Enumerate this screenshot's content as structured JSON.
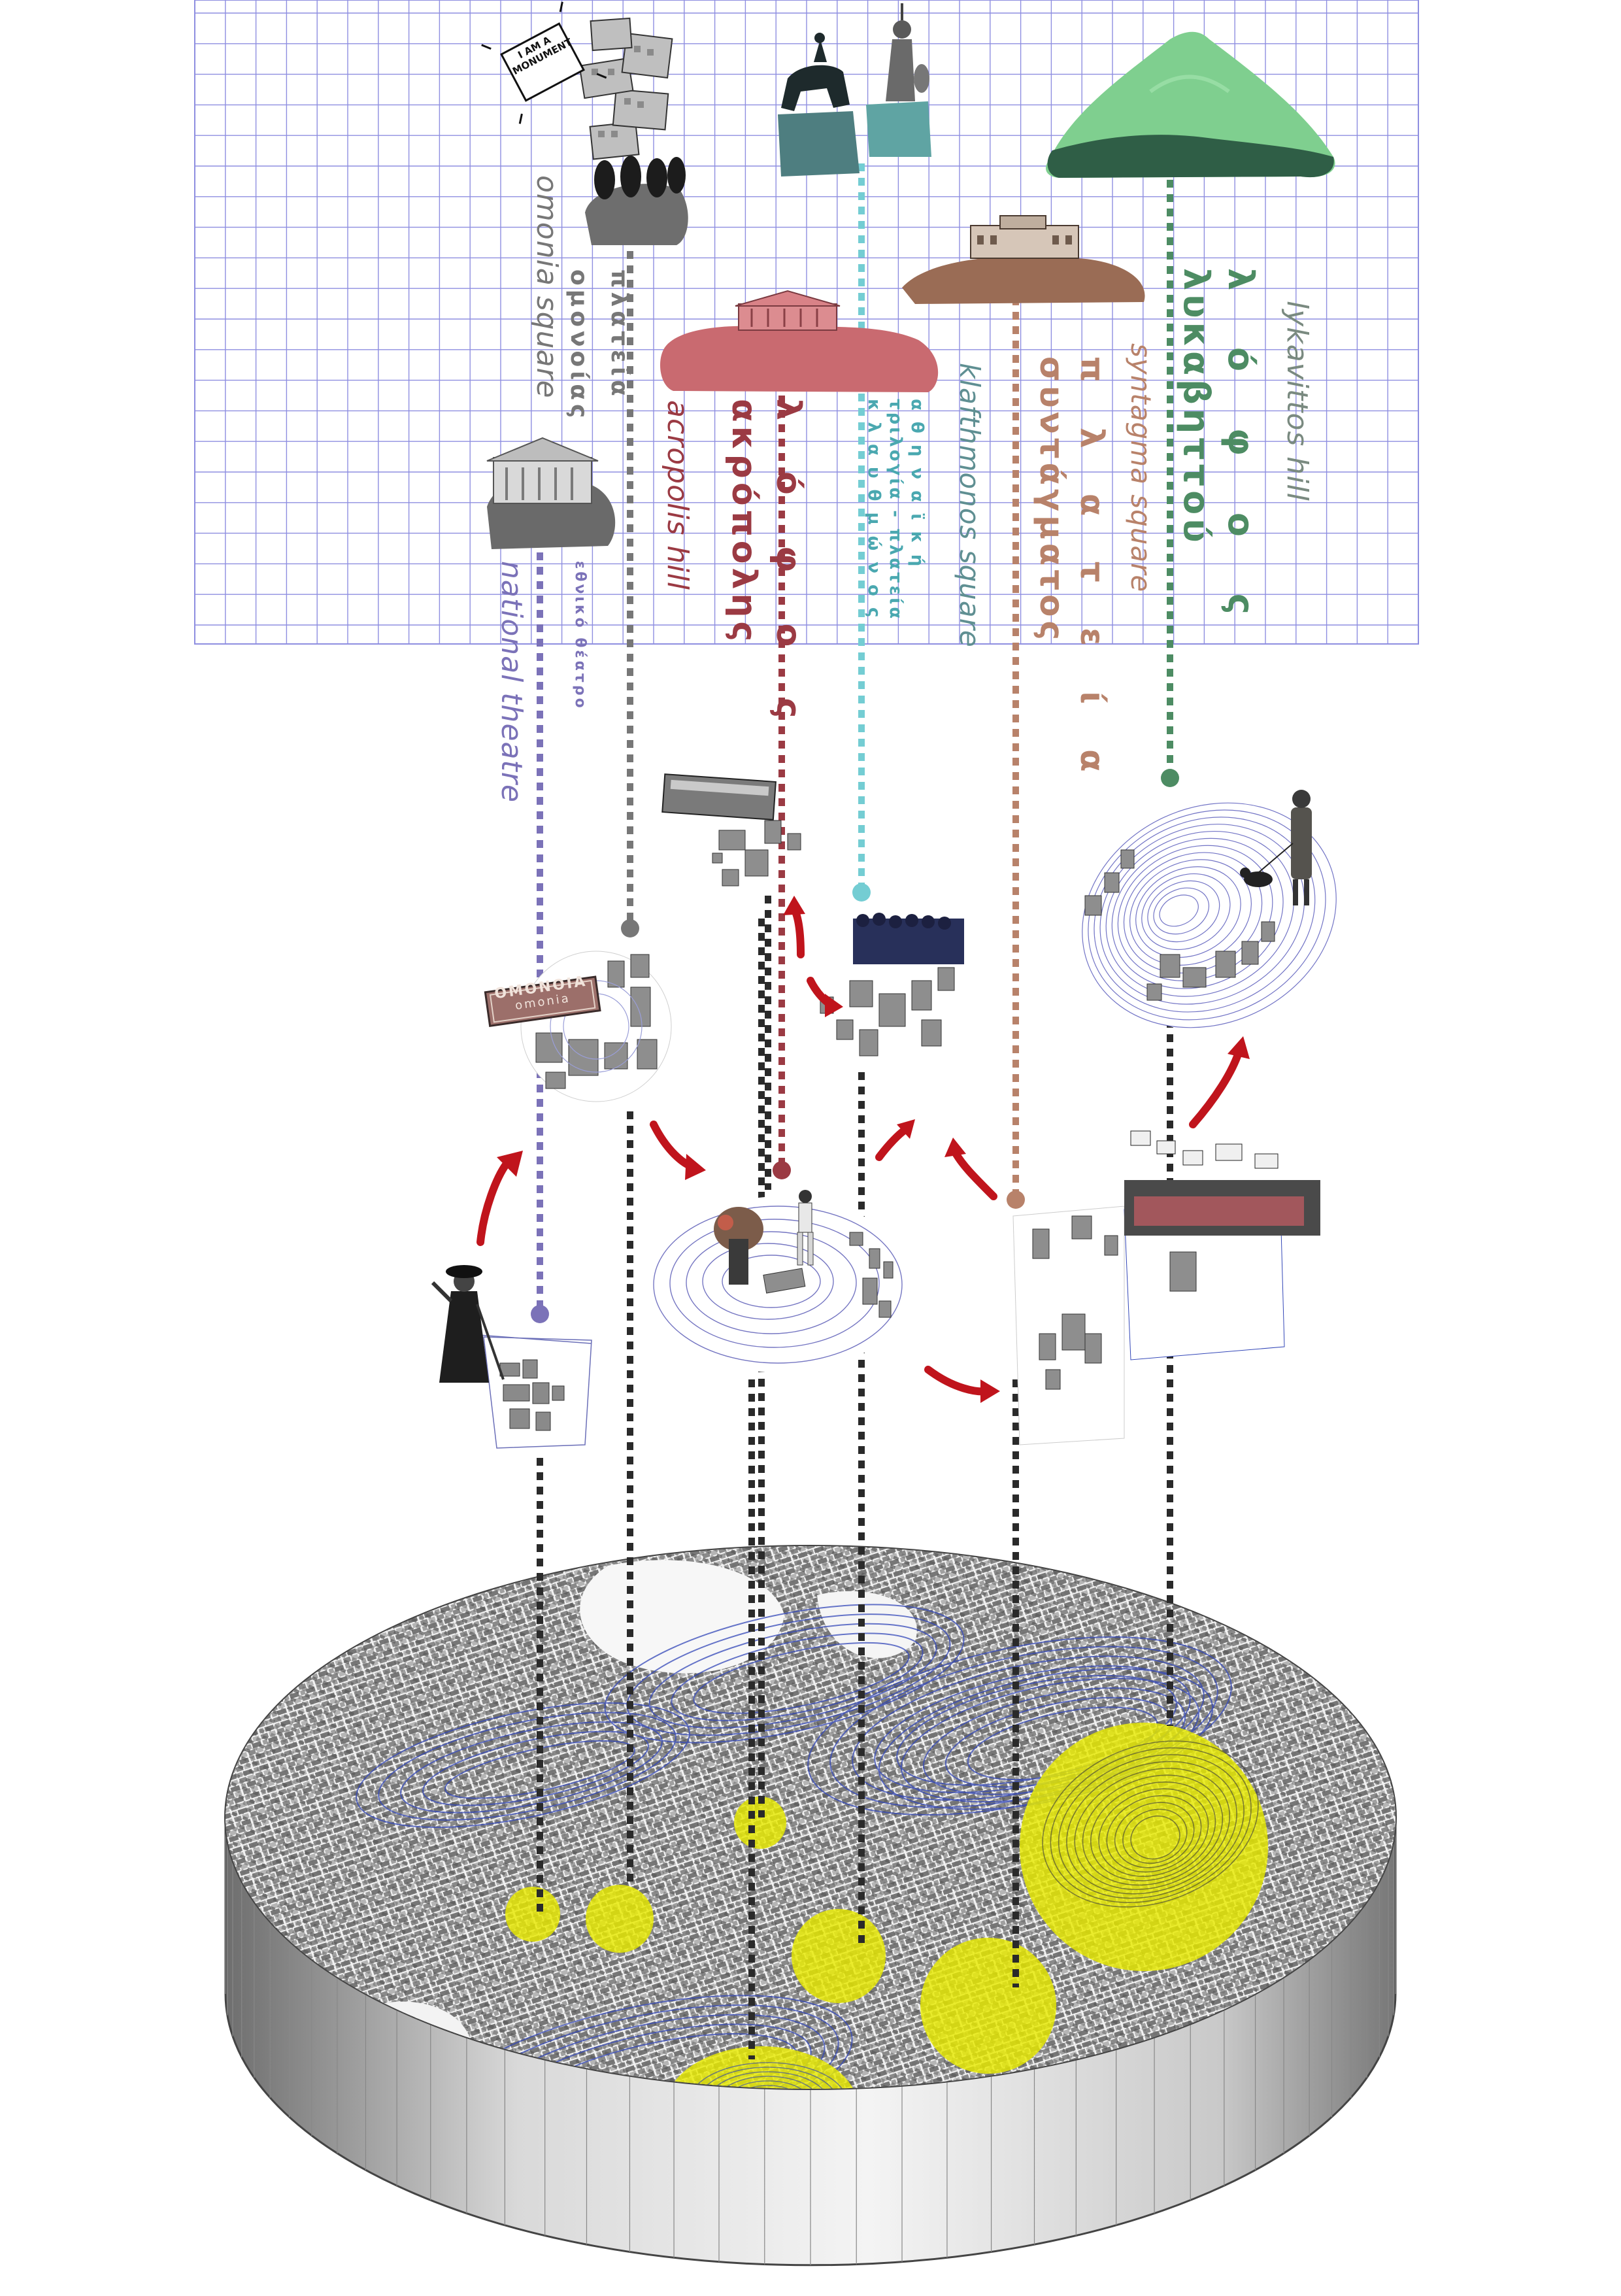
{
  "landmarks": [
    {
      "id": "national-theatre",
      "en": "national  theatre",
      "gr": "εθνικό θέατρο",
      "color": "#7b72b8"
    },
    {
      "id": "omonia",
      "en": "omonia square",
      "gr1": "πλατεία",
      "gr2": "ομονοίας",
      "color": "#777777"
    },
    {
      "id": "acropolis",
      "en": "acropolis  hill",
      "gr1": "λ ό φ ο ς",
      "gr2": "ακρόπολης",
      "color": "#9b3a43"
    },
    {
      "id": "klafthmonos",
      "en": "klafthmonos square",
      "gr1": "α θ η ν α ϊ κ ή",
      "gr2": "τριλογία - πλατεία",
      "gr3": "κ λ α υ θ μ ώ ν ο ς",
      "color": "#74cdd3"
    },
    {
      "id": "syntagma",
      "en": "syntagma   square",
      "gr1": "π λ α τ ε ί α",
      "gr2": "συντάγματος",
      "color": "#b8826a"
    },
    {
      "id": "lykavittos",
      "en": "lykavittos hill",
      "gr1": "λ ό φ ο ς",
      "gr2": "λυκαβηττού",
      "color": "#4d8c63"
    }
  ],
  "signs": {
    "omonia_sign_gr": "ΟΜΟΝΟΙΑ",
    "omonia_sign_en": "omonia",
    "monument_sign": "I AM A MONUMENT"
  },
  "colors": {
    "grid": "#8e8ee0",
    "highlight": "#e8ea00",
    "arrow": "#c0141c",
    "connector": "#2a2a2a"
  }
}
